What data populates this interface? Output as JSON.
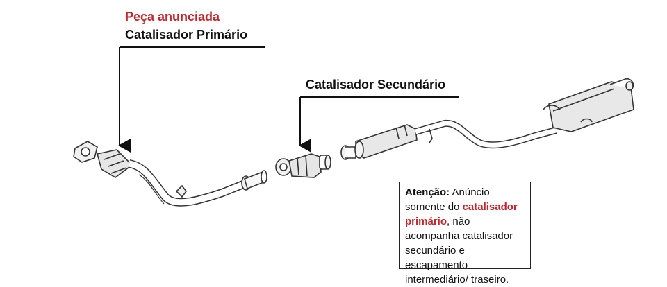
{
  "labels": {
    "advertised_part": "Peça anunciada",
    "primary_catalyst": "Catalisador Primário",
    "secondary_catalyst": "Catalisador Secundário"
  },
  "notice": {
    "heading": "Atenção:",
    "text_1": " Anúncio somente do ",
    "highlight": "catalisador primário",
    "text_2": ", não acompanha catalisador secundário e escapamento intermediário/ traseiro."
  },
  "colors": {
    "accent_red": "#c0272d",
    "line": "#222222"
  }
}
